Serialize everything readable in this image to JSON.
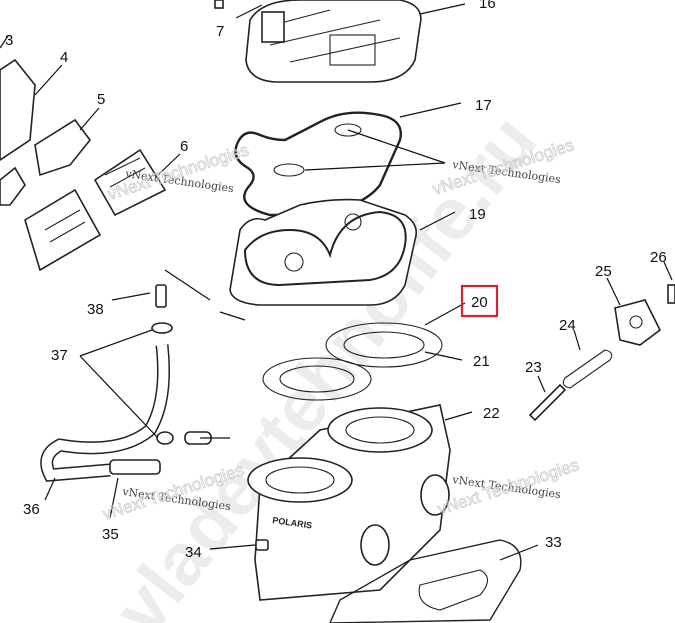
{
  "diagram": {
    "type": "exploded parts diagram",
    "labels": [
      "3",
      "4",
      "5",
      "6",
      "7",
      "16",
      "17",
      "19",
      "20",
      "21",
      "22",
      "23",
      "24",
      "25",
      "26",
      "33",
      "34",
      "35",
      "36",
      "37",
      "38"
    ],
    "highlighted_label": "20",
    "highlight_color": "#d0262c",
    "brand_mark": "POLARIS",
    "watermark": "vNext Technologies",
    "site_watermark": "vladeytehnolife.ru"
  }
}
